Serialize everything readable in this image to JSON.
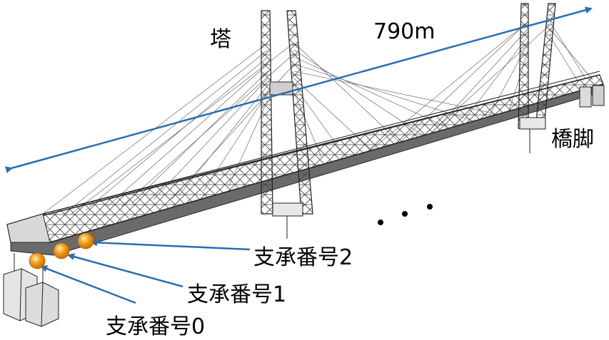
{
  "labels": {
    "tower": "塔",
    "span": "790m",
    "pier": "橋脚",
    "bearing_2": "支承番号2",
    "bearing_1": "支承番号1",
    "bearing_0": "支承番号0"
  },
  "colors": {
    "arrow": "#2a6db5",
    "structure": "#3a3a3a",
    "bearing_fill": "#f6a21a",
    "bearing_highlight": "#ffe9a8"
  },
  "icons": {
    "ellipsis": "three-dots"
  }
}
